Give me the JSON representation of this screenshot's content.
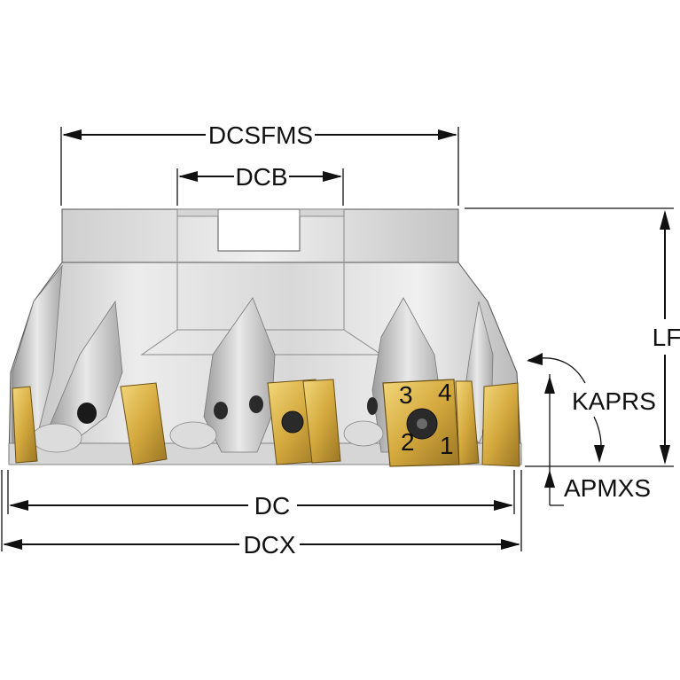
{
  "dimensions": {
    "dcsfms": "DCSFMS",
    "dcb": "DCB",
    "lf": "LF",
    "kaprs": "KAPRS",
    "apmxs": "APMXS",
    "dc": "DC",
    "dcx": "DCX"
  },
  "colors": {
    "body_light": "#e6e6e6",
    "body_mid": "#c9c9c9",
    "body_dark": "#9a9a9a",
    "insert_gold": "#d9b24a",
    "insert_dark": "#8a6a1c",
    "line": "#111111"
  },
  "insert_markings": [
    "3",
    "4",
    "2",
    "1"
  ]
}
